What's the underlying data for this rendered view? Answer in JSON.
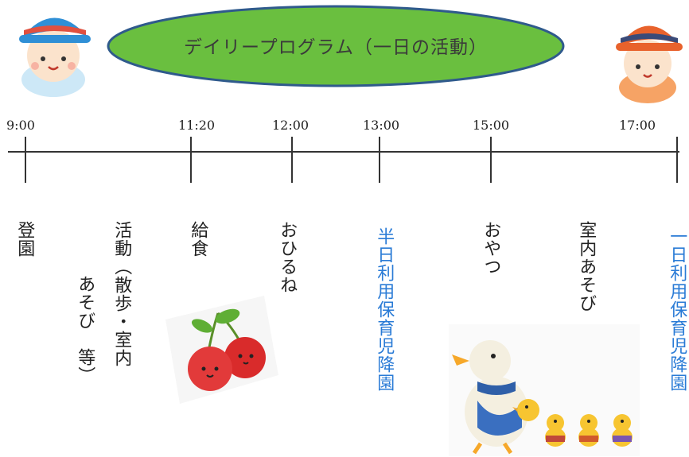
{
  "title": "デイリープログラム（一日の活動）",
  "times": [
    "9:00",
    "11:20",
    "12:00",
    "13:00",
    "15:00",
    "17:00"
  ],
  "activities": {
    "arrival": "登園",
    "activity_line1": "活動（散歩・室内",
    "activity_line2": "あそび　等）",
    "lunch": "給食",
    "nap": "おひるね",
    "half_day": "半日利用保育児降園",
    "snack": "おやつ",
    "indoor_play": "室内あそび",
    "full_day": "一日利用保育児降園"
  },
  "colors": {
    "oval_fill": "#6abf3f",
    "oval_stroke": "#2f5a8c",
    "blue_text": "#2a7bd6",
    "timeline": "#333333"
  }
}
